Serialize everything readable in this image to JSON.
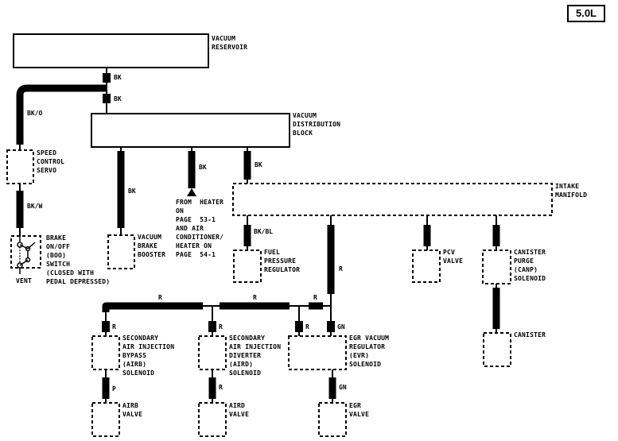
{
  "engine_badge": "5.0L",
  "components": {
    "vacuum_reservoir": "VACUUM\nRESERVOIR",
    "vacuum_distribution_block": "VACUUM\nDISTRIBUTION\nBLOCK",
    "speed_control_servo": "SPEED\nCONTROL\nSERVO",
    "brake_switch": "BRAKE\nON/OFF\n(BOO)\nSWITCH\n(CLOSED WITH\nPEDAL DEPRESSED)",
    "vent": "VENT",
    "vacuum_brake_booster": "VACUUM\nBRAKE\nBOOSTER",
    "from_heater": "FROM  HEATER\nON\nPAGE  53-1\nAND AIR\nCONDITIONER/\nHEATER ON\nPAGE  54-1",
    "intake_manifold": "INTAKE\nMANIFOLD",
    "fuel_pressure_regulator": "FUEL\nPRESSURE\nREGULATOR",
    "pcv_valve": "PCV\nVALVE",
    "canister_purge_solenoid": "CANISTER\nPURGE\n(CANP)\nSOLENOID",
    "canister": "CANISTER",
    "airb_solenoid": "SECONDARY\nAIR INJECTION\nBYPASS\n(AIRB)\nSOLENOID",
    "aird_solenoid": "SECONDARY\nAIR INJECTION\nDIVERTER\n(AIRD)\nSOLENOID",
    "evr_solenoid": "EGR VACUUM\nREGULATOR\n(EVR)\nSOLENOID",
    "airb_valve": "AIRB\nVALVE",
    "aird_valve": "AIRD\nVALVE",
    "egr_valve": "EGR\nVALVE"
  },
  "hose_colors": {
    "reservoir_top": "BK",
    "reservoir_bottom": "BK",
    "servo_line": "BK/O",
    "switch_line": "BK/W",
    "booster_line": "BK",
    "heater_line": "BK",
    "manifold_line": "BK",
    "fuel_reg_line": "BK/BL",
    "egr_riser": "R",
    "header_left": "R",
    "header_mid": "R",
    "header_right": "R",
    "airb_in": "R",
    "aird_in": "R",
    "evr_in_r": "R",
    "evr_in_gn": "GN",
    "airb_out": "P",
    "aird_out": "R",
    "egr_out": "GN"
  }
}
